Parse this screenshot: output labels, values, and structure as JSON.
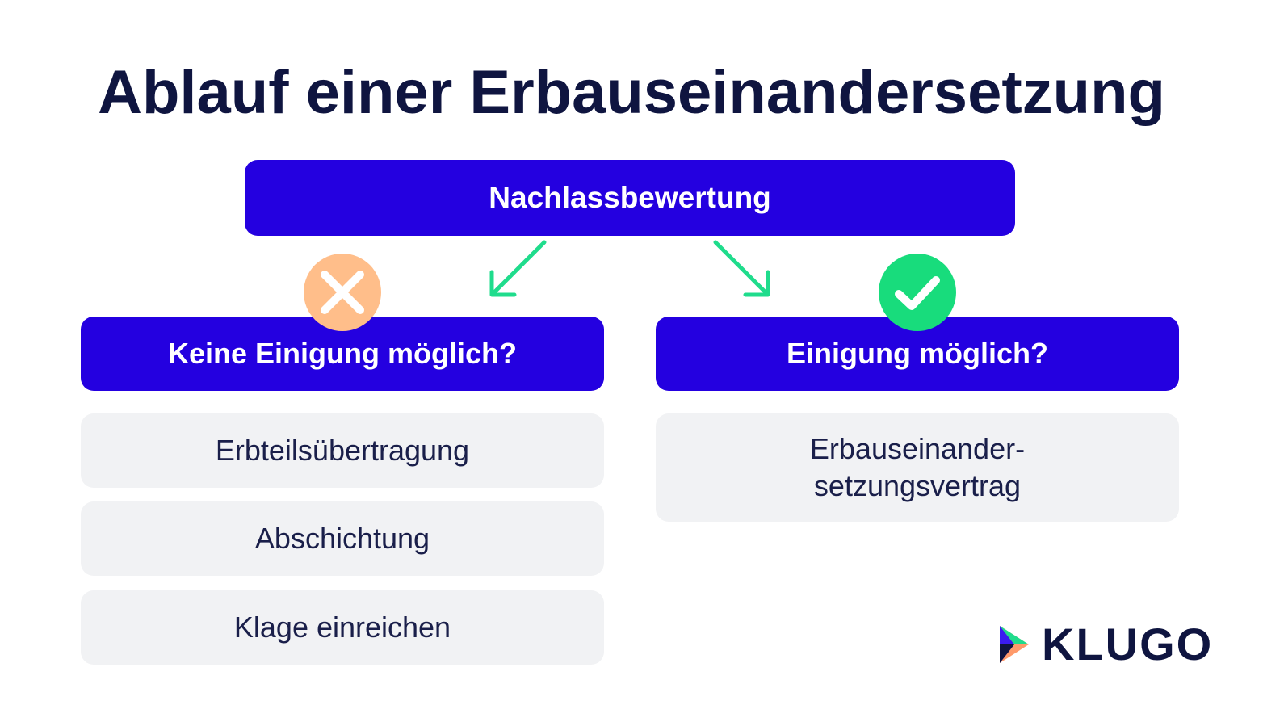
{
  "title": "Ablauf einer Erbauseinandersetzung",
  "top_step": "Nachlassbewertung",
  "left_branch": {
    "label": "Keine Einigung möglich?",
    "options": [
      "Erbteilsübertragung",
      "Abschichtung",
      "Klage einreichen"
    ]
  },
  "right_branch": {
    "label": "Einigung möglich?",
    "option_lines": [
      "Erbauseinander-",
      "setzungsvertrag"
    ]
  },
  "logo": {
    "text": "KLUGO"
  },
  "colors": {
    "primary": "#2400e0",
    "title": "#0f1540",
    "option_bg": "#f1f2f4",
    "arrow": "#1fdc8c",
    "cross_badge": "#ffbe8a",
    "check_badge": "#18dc7c"
  },
  "icons": [
    "arrow-down-left-icon",
    "arrow-down-right-icon",
    "cross-icon",
    "check-icon"
  ]
}
